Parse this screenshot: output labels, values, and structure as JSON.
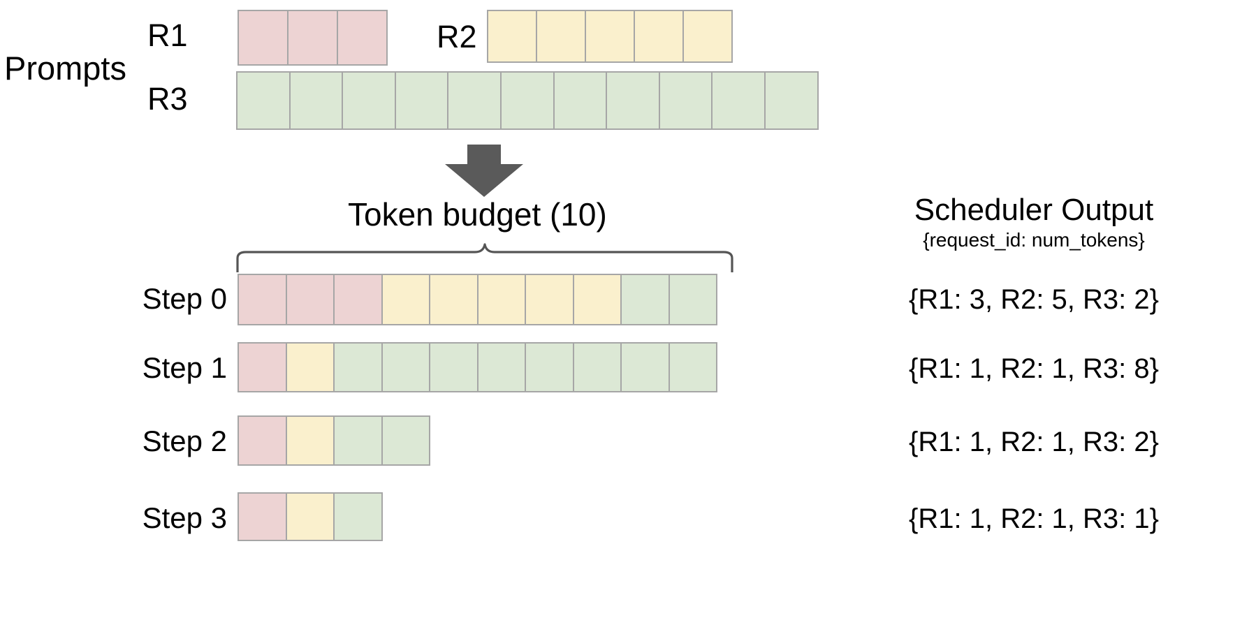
{
  "diagram": {
    "title_region": {
      "prompts_label": "Prompts",
      "token_budget_label": "Token  budget (10)",
      "scheduler_output_title": "Scheduler Output",
      "scheduler_output_subtitle": "{request_id: num_tokens}"
    },
    "colors": {
      "r1": "#edd3d3",
      "r2": "#faf0cd",
      "r3": "#dce8d5",
      "cell_border": "#a6a6a6",
      "arrow": "#5a5a5a",
      "brace": "#555555",
      "text": "#000000",
      "background": "#ffffff"
    },
    "token_budget": 10,
    "prompts": [
      {
        "label": "R1",
        "request": "R1",
        "tokens": 3
      },
      {
        "label": "R2",
        "request": "R2",
        "tokens": 5
      },
      {
        "label": "R3",
        "request": "R3",
        "tokens": 11
      }
    ],
    "steps": [
      {
        "label": "Step 0",
        "output": "{R1: 3, R2: 5, R3: 2}",
        "allocation": {
          "R1": 3,
          "R2": 5,
          "R3": 2
        },
        "total_tokens": 10
      },
      {
        "label": "Step 1",
        "output": "{R1: 1, R2: 1, R3: 8}",
        "allocation": {
          "R1": 1,
          "R2": 1,
          "R3": 8
        },
        "total_tokens": 10
      },
      {
        "label": "Step 2",
        "output": "{R1: 1, R2: 1, R3: 2}",
        "allocation": {
          "R1": 1,
          "R2": 1,
          "R3": 2
        },
        "total_tokens": 4
      },
      {
        "label": "Step 3",
        "output": "{R1: 1, R2: 1, R3: 1}",
        "allocation": {
          "R1": 1,
          "R2": 1,
          "R3": 1
        },
        "total_tokens": 3
      }
    ],
    "icons": {
      "arrow": "down-block-arrow-icon",
      "brace": "curly-brace-icon"
    }
  }
}
